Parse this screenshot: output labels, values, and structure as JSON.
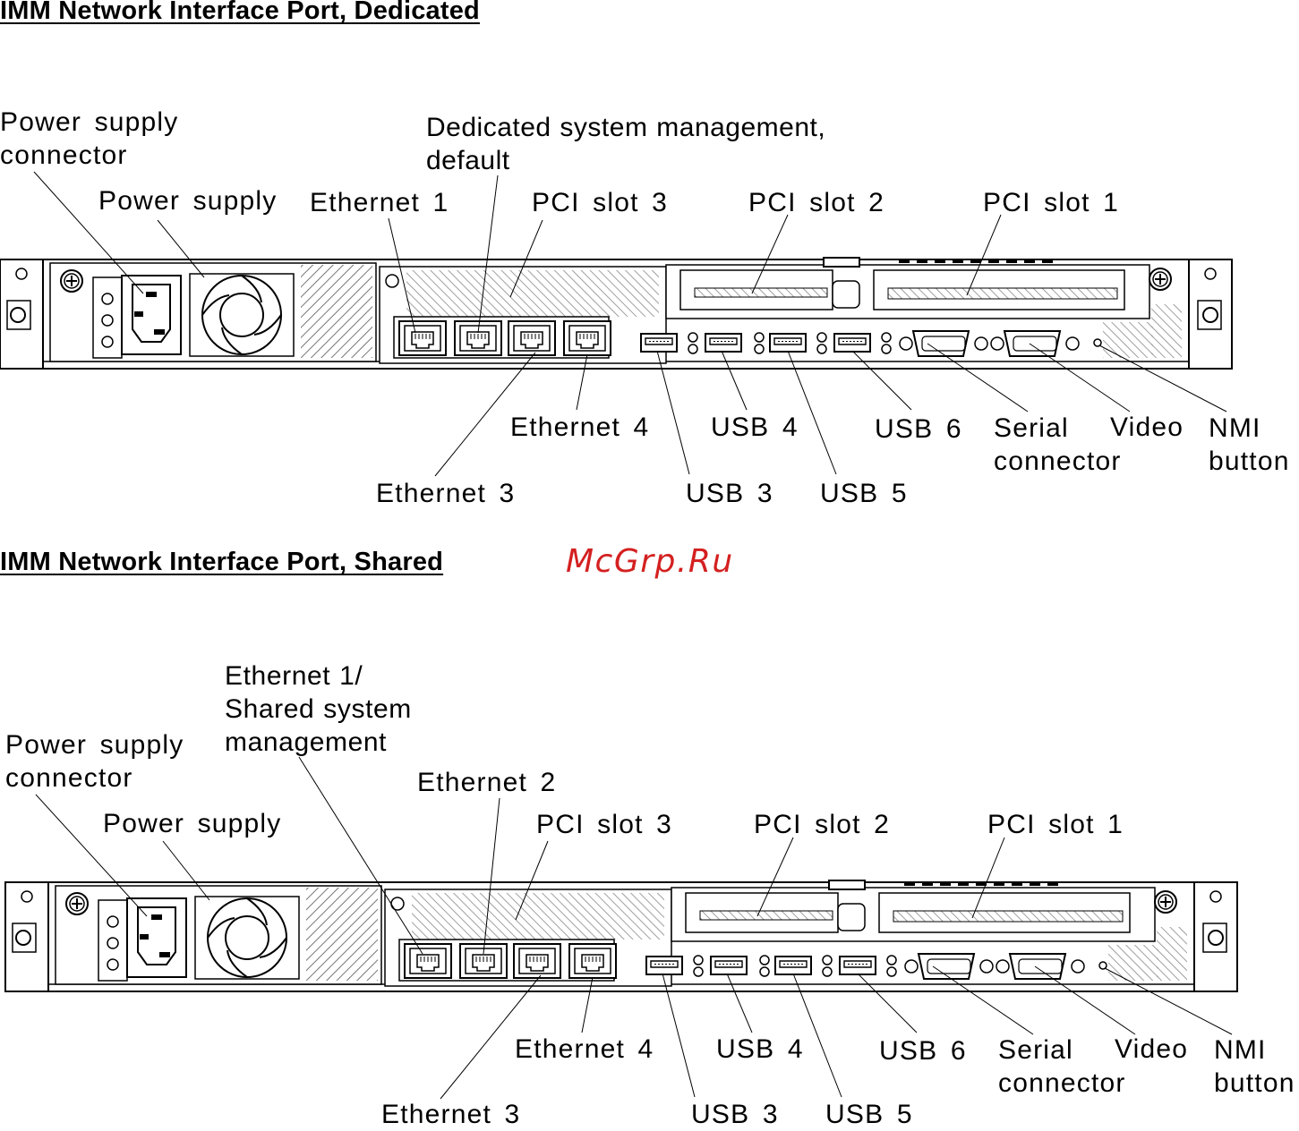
{
  "watermark": "McGrp.Ru",
  "sections": [
    {
      "heading": "IMM Network Interface Port, Dedicated",
      "labels": {
        "power_supply_connector": [
          "Power supply",
          "connector"
        ],
        "power_supply": "Power supply",
        "ethernet1": "Ethernet 1",
        "dedicated_mgmt": [
          "Dedicated system management,",
          "default"
        ],
        "pci_slot3": "PCI slot 3",
        "pci_slot2": "PCI slot 2",
        "pci_slot1": "PCI slot 1",
        "ethernet4": "Ethernet 4",
        "ethernet3": "Ethernet 3",
        "usb4": "USB 4",
        "usb3": "USB 3",
        "usb6": "USB 6",
        "usb5": "USB 5",
        "serial": [
          "Serial",
          "connector"
        ],
        "video": "Video",
        "nmi": [
          "NMI",
          "button"
        ]
      }
    },
    {
      "heading": "IMM Network Interface Port, Shared",
      "labels": {
        "power_supply_connector": [
          "Power supply",
          "connector"
        ],
        "power_supply": "Power supply",
        "ethernet1_shared": [
          "Ethernet 1/",
          "Shared system",
          "management"
        ],
        "ethernet2": "Ethernet 2",
        "pci_slot3": "PCI slot 3",
        "pci_slot2": "PCI slot 2",
        "pci_slot1": "PCI slot 1",
        "ethernet4": "Ethernet 4",
        "ethernet3": "Ethernet 3",
        "usb4": "USB 4",
        "usb3": "USB 3",
        "usb6": "USB 6",
        "usb5": "USB 5",
        "serial": [
          "Serial",
          "connector"
        ],
        "video": "Video",
        "nmi": [
          "NMI",
          "button"
        ]
      }
    }
  ]
}
